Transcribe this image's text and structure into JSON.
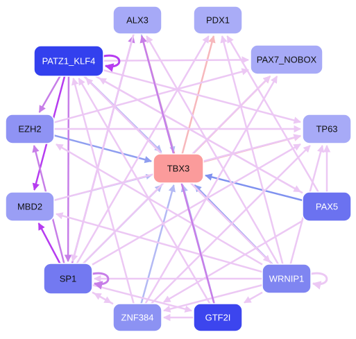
{
  "colors": {
    "background": "#ffffff",
    "node_stroke": "#ffffff",
    "arrow_pink_light": "#ecc8f4",
    "arrow_purple": "#c77ee8",
    "arrow_violet": "#b63cf0",
    "arrow_blue": "#7f91ef",
    "arrow_blue_light": "#b3b9f4",
    "arrow_salmon": "#f39a9a",
    "arrow_salmon_light": "#f7b8bc"
  },
  "nodes": [
    {
      "id": "ALX3",
      "label": "ALX3",
      "fill": "#a6a9f7",
      "text": "#111111"
    },
    {
      "id": "PDX1",
      "label": "PDX1",
      "fill": "#a9acf7",
      "text": "#111111"
    },
    {
      "id": "PATZ1_KLF4",
      "label": "PATZ1_KLF4",
      "fill": "#3340ee",
      "text": "#ffffff"
    },
    {
      "id": "PAX7_NOBOX",
      "label": "PAX7_NOBOX",
      "fill": "#a7aaf7",
      "text": "#111111"
    },
    {
      "id": "EZH2",
      "label": "EZH2",
      "fill": "#8f93f4",
      "text": "#111111"
    },
    {
      "id": "TP63",
      "label": "TP63",
      "fill": "#a7aaf7",
      "text": "#111111"
    },
    {
      "id": "TBX3",
      "label": "TBX3",
      "fill": "#fb9b9b",
      "text": "#111111"
    },
    {
      "id": "MBD2",
      "label": "MBD2",
      "fill": "#9a9ef5",
      "text": "#111111"
    },
    {
      "id": "PAX5",
      "label": "PAX5",
      "fill": "#6b72f0",
      "text": "#ffffff"
    },
    {
      "id": "SP1",
      "label": "SP1",
      "fill": "#7379f1",
      "text": "#111111"
    },
    {
      "id": "WRNIP1",
      "label": "WRNIP1",
      "fill": "#7f85f1",
      "text": "#ffffff"
    },
    {
      "id": "ZNF384",
      "label": "ZNF384",
      "fill": "#8c92f3",
      "text": "#ffffff"
    },
    {
      "id": "GTF2I",
      "label": "GTF2I",
      "fill": "#3c45ee",
      "text": "#ffffff"
    }
  ],
  "edges": [
    {
      "from": "TBX3",
      "to": "ALX3",
      "color": "#f39a9a",
      "width": 2.5
    },
    {
      "from": "TBX3",
      "to": "PDX1",
      "color": "#f7b8bc",
      "width": 2.5
    },
    {
      "from": "TBX3",
      "to": "PAX7_NOBOX",
      "color": "#f39a9a",
      "width": 2.5
    },
    {
      "from": "TBX3",
      "to": "TP63",
      "color": "#f7b8bc",
      "width": 2.5
    },
    {
      "from": "PAX5",
      "to": "TBX3",
      "color": "#7f91ef",
      "width": 2.5
    },
    {
      "from": "EZH2",
      "to": "TBX3",
      "color": "#8f9ef0",
      "width": 2.5
    },
    {
      "from": "PATZ1_KLF4",
      "to": "TBX3",
      "color": "#b3b9f4",
      "width": 2.5
    },
    {
      "from": "MBD2",
      "to": "TBX3",
      "color": "#b3b9f4",
      "width": 2
    },
    {
      "from": "SP1",
      "to": "TBX3",
      "color": "#b3b9f4",
      "width": 2.5
    },
    {
      "from": "ZNF384",
      "to": "TBX3",
      "color": "#b3b9f4",
      "width": 2.5
    },
    {
      "from": "GTF2I",
      "to": "TBX3",
      "color": "#b3b9f4",
      "width": 2.5
    },
    {
      "from": "WRNIP1",
      "to": "TBX3",
      "color": "#8f9ef0",
      "width": 2.5
    },
    {
      "from": "ALX3",
      "to": "TBX3",
      "color": "#b3b9f4",
      "width": 2
    },
    {
      "from": "PATZ1_KLF4",
      "to": "EZH2",
      "color": "#c77ee8",
      "width": 2.5
    },
    {
      "from": "PATZ1_KLF4",
      "to": "MBD2",
      "color": "#b63cf0",
      "width": 2.5
    },
    {
      "from": "PATZ1_KLF4",
      "to": "SP1",
      "color": "#c77ee8",
      "width": 2.5
    },
    {
      "from": "PATZ1_KLF4",
      "to": "PAX7_NOBOX",
      "color": "#ecc8f4",
      "width": 2.5
    },
    {
      "from": "PATZ1_KLF4",
      "to": "TP63",
      "color": "#ecc8f4",
      "width": 2.5
    },
    {
      "from": "PATZ1_KLF4",
      "to": "PAX5",
      "color": "#ecc8f4",
      "width": 2.5
    },
    {
      "from": "PATZ1_KLF4",
      "to": "WRNIP1",
      "color": "#ecc8f4",
      "width": 2.5
    },
    {
      "from": "SP1",
      "to": "MBD2",
      "color": "#b63cf0",
      "width": 2.5
    },
    {
      "from": "SP1",
      "to": "EZH2",
      "color": "#c77ee8",
      "width": 2.5
    },
    {
      "from": "SP1",
      "to": "ALX3",
      "color": "#c77ee8",
      "width": 2.5
    },
    {
      "from": "SP1",
      "to": "PDX1",
      "color": "#ecc8f4",
      "width": 2.5
    },
    {
      "from": "SP1",
      "to": "TP63",
      "color": "#ecc8f4",
      "width": 2.5
    },
    {
      "from": "SP1",
      "to": "PAX7_NOBOX",
      "color": "#ecc8f4",
      "width": 2.5
    },
    {
      "from": "SP1",
      "to": "ZNF384",
      "color": "#ecc8f4",
      "width": 2.5
    },
    {
      "from": "SP1",
      "to": "GTF2I",
      "color": "#ecc8f4",
      "width": 2.5
    },
    {
      "from": "EZH2",
      "to": "TP63",
      "color": "#ecc8f4",
      "width": 2.5
    },
    {
      "from": "EZH2",
      "to": "PAX7_NOBOX",
      "color": "#ecc8f4",
      "width": 2.5
    },
    {
      "from": "WRNIP1",
      "to": "PATZ1_KLF4",
      "color": "#ecc8f4",
      "width": 2.5
    },
    {
      "from": "WRNIP1",
      "to": "ALX3",
      "color": "#ecc8f4",
      "width": 2.5
    },
    {
      "from": "WRNIP1",
      "to": "PDX1",
      "color": "#ecc8f4",
      "width": 2.5
    },
    {
      "from": "WRNIP1",
      "to": "TP63",
      "color": "#ecc8f4",
      "width": 2.5
    },
    {
      "from": "WRNIP1",
      "to": "EZH2",
      "color": "#ecc8f4",
      "width": 2.5
    },
    {
      "from": "WRNIP1",
      "to": "MBD2",
      "color": "#ecc8f4",
      "width": 2.5
    },
    {
      "from": "WRNIP1",
      "to": "ZNF384",
      "color": "#ecc8f4",
      "width": 2.5
    },
    {
      "from": "WRNIP1",
      "to": "GTF2I",
      "color": "#ecc8f4",
      "width": 2.5
    },
    {
      "from": "WRNIP1",
      "to": "SP1",
      "color": "#ecc8f4",
      "width": 2.5
    },
    {
      "from": "PAX5",
      "to": "PATZ1_KLF4",
      "color": "#ecc8f4",
      "width": 2.5
    },
    {
      "from": "PAX5",
      "to": "PDX1",
      "color": "#ecc8f4",
      "width": 2.5
    },
    {
      "from": "PAX5",
      "to": "TP63",
      "color": "#ecc8f4",
      "width": 2.5
    },
    {
      "from": "PAX5",
      "to": "ZNF384",
      "color": "#ecc8f4",
      "width": 2.5
    },
    {
      "from": "ZNF384",
      "to": "PAX7_NOBOX",
      "color": "#ecc8f4",
      "width": 2.5
    },
    {
      "from": "ZNF384",
      "to": "PATZ1_KLF4",
      "color": "#ecc8f4",
      "width": 2.5
    },
    {
      "from": "ZNF384",
      "to": "TP63",
      "color": "#ecc8f4",
      "width": 2.5
    },
    {
      "from": "ZNF384",
      "to": "SP1",
      "color": "#ecc8f4",
      "width": 2.5
    },
    {
      "from": "GTF2I",
      "to": "ZNF384",
      "color": "#ecc8f4",
      "width": 2.5
    },
    {
      "from": "GTF2I",
      "to": "ALX3",
      "color": "#c77ee8",
      "width": 2.5
    },
    {
      "from": "GTF2I",
      "to": "PATZ1_KLF4",
      "color": "#ecc8f4",
      "width": 2.5
    },
    {
      "from": "MBD2",
      "to": "TP63",
      "color": "#ecc8f4",
      "width": 2.5
    },
    {
      "from": "ALX3",
      "to": "SP1",
      "color": "#ecc8f4",
      "width": 2.5
    }
  ],
  "self_loops": [
    {
      "node": "PATZ1_KLF4",
      "color": "#b63cf0",
      "side": "right"
    },
    {
      "node": "SP1",
      "color": "#c77ee8",
      "side": "right"
    },
    {
      "node": "WRNIP1",
      "color": "#ecc8f4",
      "side": "right"
    }
  ]
}
